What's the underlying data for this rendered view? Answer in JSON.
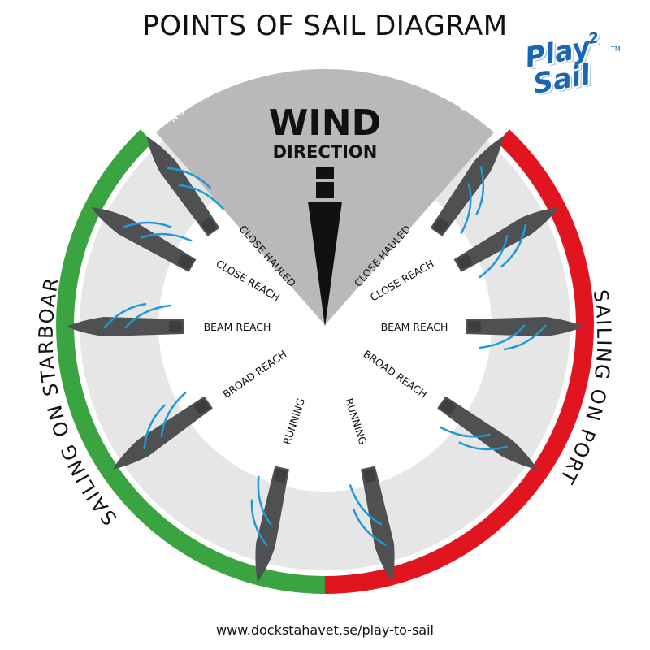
{
  "title": "POINTS OF SAIL DIAGRAM",
  "footer": "www.dockstahavet.se/play-to-sail",
  "logo": {
    "line1": "Play",
    "sup": "2",
    "line2": "Sail",
    "tm": "TM"
  },
  "wind": {
    "line1": "WIND",
    "line2": "DIRECTION"
  },
  "no_sailing_left": "NO SAILING POSSIBLE",
  "no_sailing_right": "NO SAILING POSSIBLE",
  "side_starboard": "SAILING ON STARBOARD",
  "side_port": "SAILING ON PORT",
  "points": {
    "close_hauled": "CLOSE HAULED",
    "close_reach": "CLOSE REACH",
    "beam_reach": "BEAM REACH",
    "broad_reach": "BROAD REACH",
    "running": "RUNNING"
  },
  "colors": {
    "starboard": "#3aa540",
    "port": "#e1151f",
    "no_go_zone": "#b9b9ba",
    "ring_fill": "#e6e6e7",
    "boat": "#4f5052",
    "sail": "#1e9ad6",
    "logo": "#1a66b3"
  }
}
